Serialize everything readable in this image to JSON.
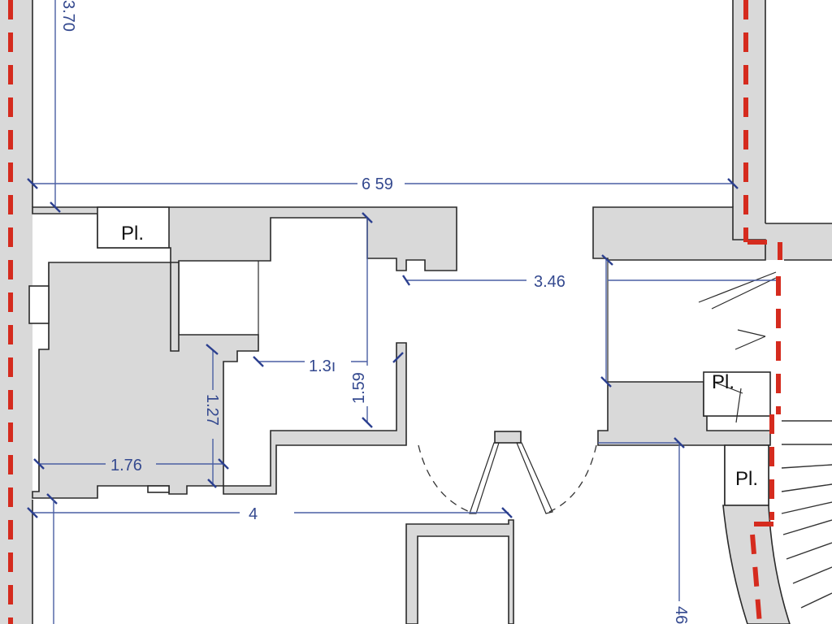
{
  "plan": {
    "labels": {
      "pl_1": "Pl.",
      "pl_2": "Pl.",
      "pl_3": "Pl."
    },
    "dimensions": {
      "top_vertical": "3.70",
      "top_width": "6 59",
      "corridor_width": "3.46",
      "room_width": "1.3ı",
      "room_height": "1.59",
      "bath_height": "1.27",
      "bath_width": "1.76",
      "lower_width": "4",
      "lower_vertical": "46"
    },
    "colors": {
      "wall": "#d9d9d9",
      "boundary": "#d52b1e",
      "dimension": "#34498f"
    }
  }
}
